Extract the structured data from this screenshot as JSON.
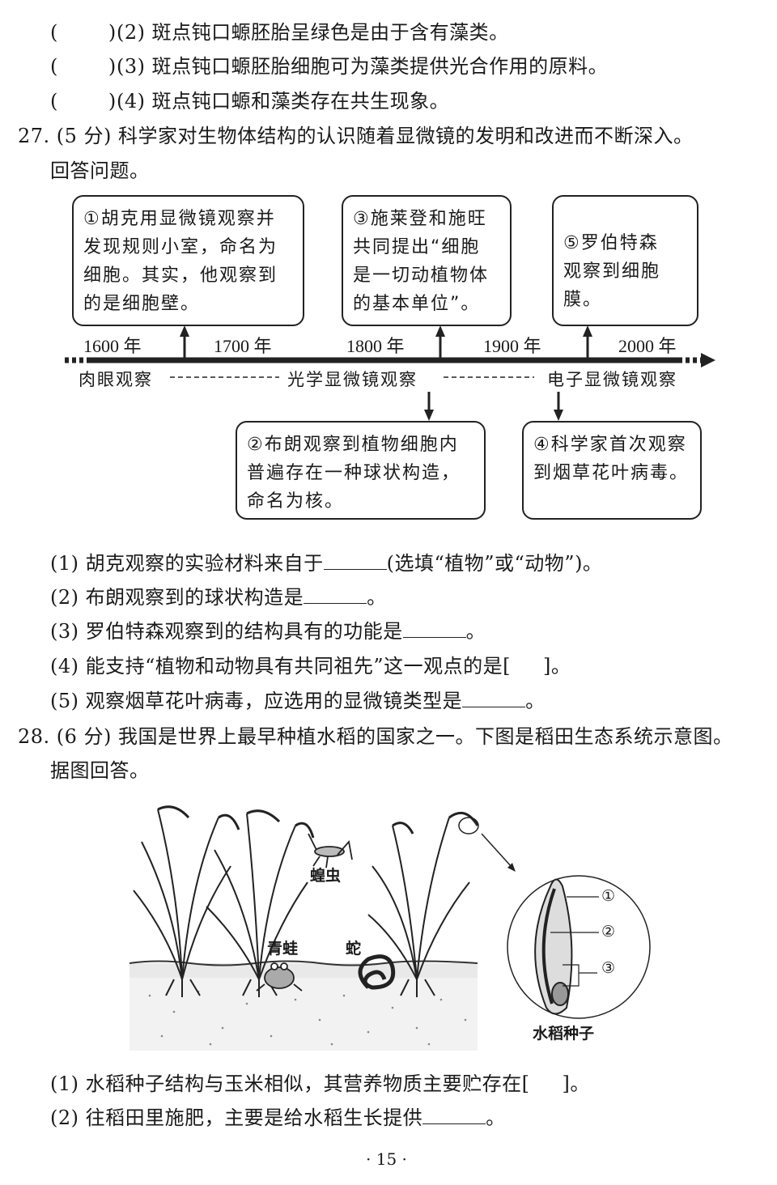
{
  "q26": {
    "item2": {
      "paren_open": "(",
      "paren_close": ")",
      "text": "(2) 斑点钝口螈胚胎呈绿色是由于含有藻类。"
    },
    "item3": {
      "paren_open": "(",
      "paren_close": ")",
      "text": "(3) 斑点钝口螈胚胎细胞可为藻类提供光合作用的原料。"
    },
    "item4": {
      "paren_open": "(",
      "paren_close": ")",
      "text": "(4) 斑点钝口螈和藻类存在共生现象。"
    }
  },
  "q27": {
    "stem_line1": "27. (5 分) 科学家对生物体结构的认识随着显微镜的发明和改进而不断深入。",
    "stem_line2": "回答问题。",
    "timeline": {
      "box1": "①胡克用显微镜观察并\n发现规则小室，命名为\n细胞。其实，他观察到\n的是细胞壁。",
      "box3": "③施莱登和施旺\n共同提出“细胞\n是一切动植物体\n的基本单位”。",
      "box5": "⑤罗伯特森\n观察到细胞膜。",
      "box2": "②布朗观察到植物细胞内\n普遍存在一种球状构造，\n命名为核。",
      "box4": "④科学家首次观察\n到烟草花叶病毒。",
      "years": [
        "1600 年",
        "1700 年",
        "1800 年",
        "1900 年",
        "2000 年"
      ],
      "era1": "肉眼观察",
      "era2": "光学显微镜观察",
      "era3": "电子显微镜观察"
    },
    "sub1_a": "(1) 胡克观察的实验材料来自于",
    "sub1_b": "(选填“植物”或“动物”)。",
    "sub2_a": "(2) 布朗观察到的球状构造是",
    "sub2_b": "。",
    "sub3_a": "(3) 罗伯特森观察到的结构具有的功能是",
    "sub3_b": "。",
    "sub4_a": "(4) 能支持“植物和动物具有共同祖先”这一观点的是[",
    "sub4_b": "]。",
    "sub5_a": "(5) 观察烟草花叶病毒，应选用的显微镜类型是",
    "sub5_b": "。"
  },
  "q28": {
    "stem_line1": "28. (6 分) 我国是世界上最早种植水稻的国家之一。下图是稻田生态系统示意图。",
    "stem_line2": "据图回答。",
    "figure": {
      "locust": "蝗虫",
      "frog": "青蛙",
      "snake": "蛇",
      "seed": "水稻种子",
      "mark1": "①",
      "mark2": "②",
      "mark3": "③"
    },
    "sub1_a": "(1) 水稻种子结构与玉米相似，其营养物质主要贮存在[",
    "sub1_b": "]。",
    "sub2_a": "(2) 往稻田里施肥，主要是给水稻生长提供",
    "sub2_b": "。"
  },
  "page_number": "· 15 ·"
}
